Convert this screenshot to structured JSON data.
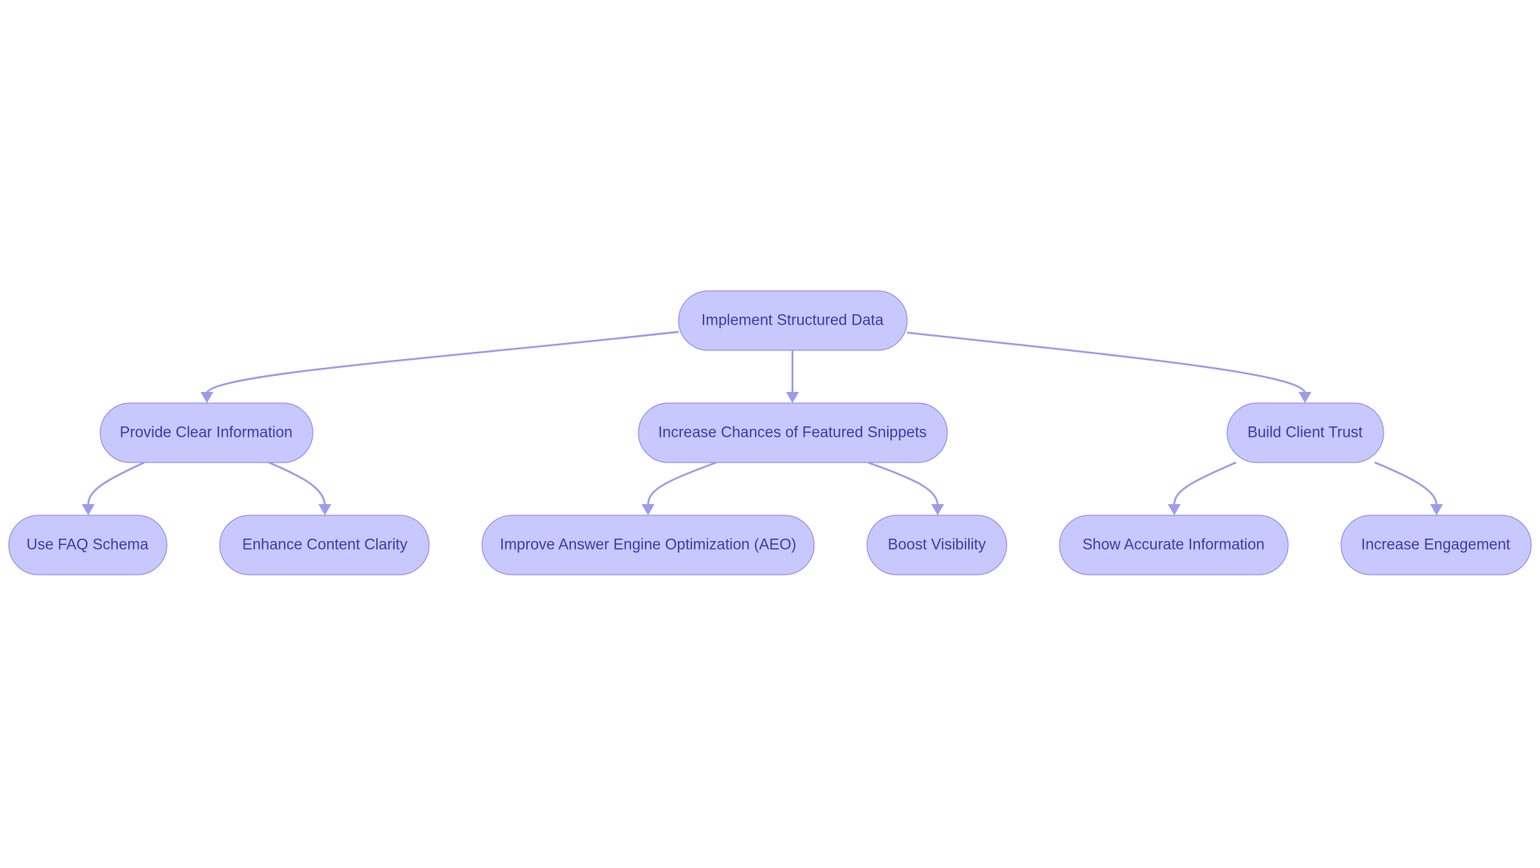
{
  "diagram": {
    "type": "tree",
    "colors": {
      "node_fill": "#c8c8ff",
      "node_border": "#9494ec",
      "edge": "#9c9cec",
      "text": "#3a3aa8",
      "background": "#ffffff"
    },
    "nodes": [
      {
        "id": "root",
        "label": "Implement Structured Data"
      },
      {
        "id": "clear",
        "label": "Provide Clear Information"
      },
      {
        "id": "snippets",
        "label": "Increase Chances of Featured Snippets"
      },
      {
        "id": "trust",
        "label": "Build Client Trust"
      },
      {
        "id": "faq",
        "label": "Use FAQ Schema"
      },
      {
        "id": "clarity",
        "label": "Enhance Content Clarity"
      },
      {
        "id": "aeo",
        "label": "Improve Answer Engine Optimization (AEO)"
      },
      {
        "id": "visibility",
        "label": "Boost Visibility"
      },
      {
        "id": "accurate",
        "label": "Show Accurate Information"
      },
      {
        "id": "engagement",
        "label": "Increase Engagement"
      }
    ],
    "edges": [
      {
        "from": "root",
        "to": "clear"
      },
      {
        "from": "root",
        "to": "snippets"
      },
      {
        "from": "root",
        "to": "trust"
      },
      {
        "from": "clear",
        "to": "faq"
      },
      {
        "from": "clear",
        "to": "clarity"
      },
      {
        "from": "snippets",
        "to": "aeo"
      },
      {
        "from": "snippets",
        "to": "visibility"
      },
      {
        "from": "trust",
        "to": "accurate"
      },
      {
        "from": "trust",
        "to": "engagement"
      }
    ]
  }
}
